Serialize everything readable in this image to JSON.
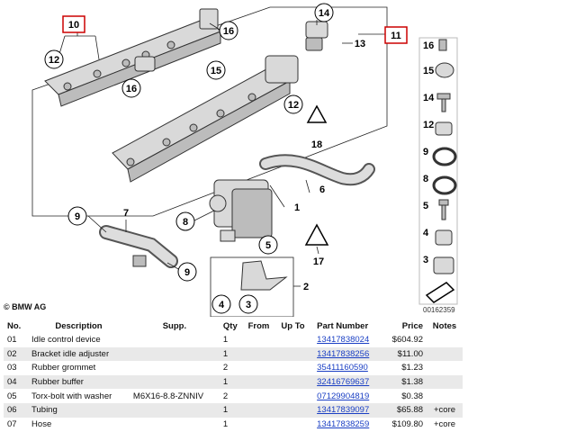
{
  "diagram": {
    "copyright": "© BMW AG",
    "reference_number": "00162359",
    "callouts": [
      "1",
      "2",
      "3",
      "4",
      "5",
      "6",
      "7",
      "8",
      "9",
      "10",
      "11",
      "12",
      "13",
      "14",
      "15",
      "16",
      "17",
      "18"
    ],
    "legend": [
      "16",
      "15",
      "14",
      "12",
      "9",
      "8",
      "5",
      "4",
      "3"
    ]
  },
  "table": {
    "headers": {
      "no": "No.",
      "description": "Description",
      "supp": "Supp.",
      "qty": "Qty",
      "from": "From",
      "upto": "Up To",
      "part_number": "Part Number",
      "price": "Price",
      "notes": "Notes"
    },
    "rows": [
      {
        "no": "01",
        "description": "Idle control device",
        "supp": "",
        "qty": "1",
        "from": "",
        "upto": "",
        "part_number": "13417838024",
        "price": "$604.92",
        "notes": ""
      },
      {
        "no": "02",
        "description": "Bracket idle adjuster",
        "supp": "",
        "qty": "1",
        "from": "",
        "upto": "",
        "part_number": "13417838256",
        "price": "$11.00",
        "notes": ""
      },
      {
        "no": "03",
        "description": "Rubber grommet",
        "supp": "",
        "qty": "2",
        "from": "",
        "upto": "",
        "part_number": "35411160590",
        "price": "$1.23",
        "notes": ""
      },
      {
        "no": "04",
        "description": "Rubber buffer",
        "supp": "",
        "qty": "1",
        "from": "",
        "upto": "",
        "part_number": "32416769637",
        "price": "$1.38",
        "notes": ""
      },
      {
        "no": "05",
        "description": "Torx-bolt with washer",
        "supp": "M6X16-8.8-ZNNIV",
        "qty": "2",
        "from": "",
        "upto": "",
        "part_number": "07129904819",
        "price": "$0.38",
        "notes": ""
      },
      {
        "no": "06",
        "description": "Tubing",
        "supp": "",
        "qty": "1",
        "from": "",
        "upto": "",
        "part_number": "13417839097",
        "price": "$65.88",
        "notes": "+core"
      },
      {
        "no": "07",
        "description": "Hose",
        "supp": "",
        "qty": "1",
        "from": "",
        "upto": "",
        "part_number": "13417838259",
        "price": "$109.80",
        "notes": "+core"
      }
    ]
  }
}
